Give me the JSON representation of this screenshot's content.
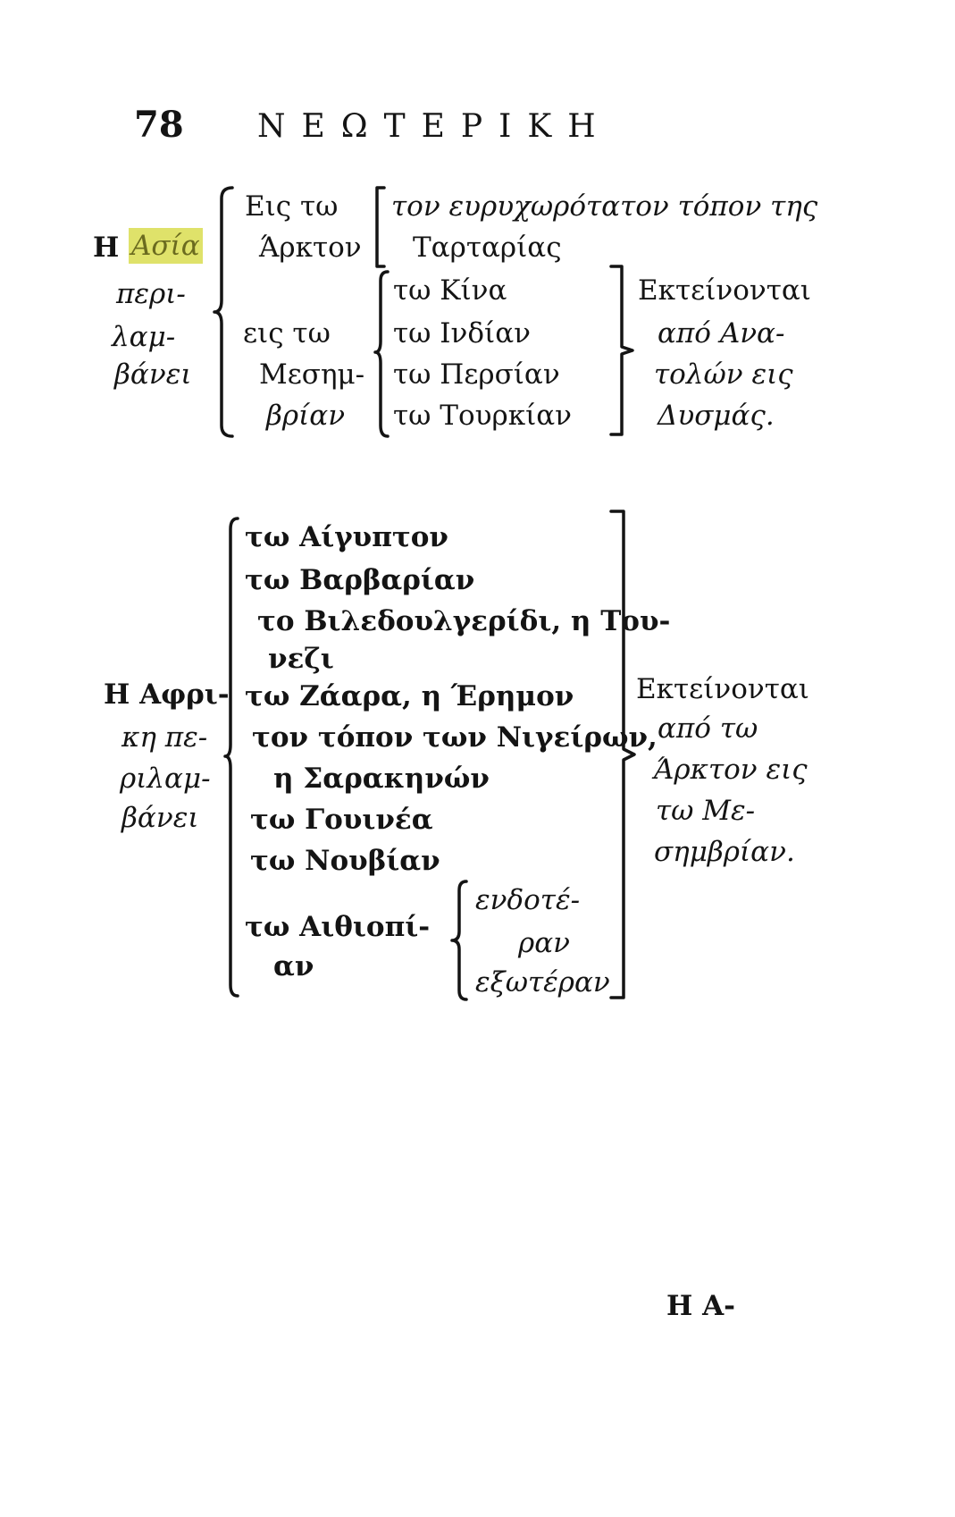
{
  "header": {
    "page_number": "78",
    "running_title": "ΝΕΩΤΕΡΙΚΗ"
  },
  "asia": {
    "label_prefix": "Η",
    "label_highlight": "Ασία",
    "label_rest": [
      "περι-",
      "λαμ-",
      "βάνει"
    ],
    "north_head": [
      "Εις τω",
      "Άρκτον"
    ],
    "north_item": [
      "τον ευρυχωρότατον τόπον της",
      "Ταρταρίας"
    ],
    "south_head": [
      "εις τω",
      "Μεσημ-",
      "βρίαν"
    ],
    "south_items": [
      "τω Κίνα",
      "τω Ινδίαν",
      "τω Περσίαν",
      "τω Τουρκίαν"
    ],
    "extent": [
      "Εκτείνονται",
      "από Ανα-",
      "τολών εις",
      "Δυσμάς."
    ]
  },
  "africa": {
    "label": [
      "Η Αφρι-",
      "κη πε-",
      "ριλαμ-",
      "βάνει"
    ],
    "items": [
      "τω Αίγυπτον",
      "τω Βαρβαρίαν",
      "το Βιλεδουλγερίδι, η Του-",
      "νεζι",
      "τω Ζάαρα, η Έρημον",
      "τον τόπον των Νιγείρων,",
      "η Σαρακηνών",
      "τω Γουινέα",
      "τω Νουβίαν",
      "τω Αιθιοπί-",
      "αν"
    ],
    "ethiopia_sub": [
      "ενδοτέ-",
      "ραν",
      "εξωτέραν"
    ],
    "extent": [
      "Εκτείνονται",
      "από τω",
      "Άρκτον εις",
      "τω Με-",
      "σημβρίαν."
    ]
  },
  "catchword": "Η Α-"
}
